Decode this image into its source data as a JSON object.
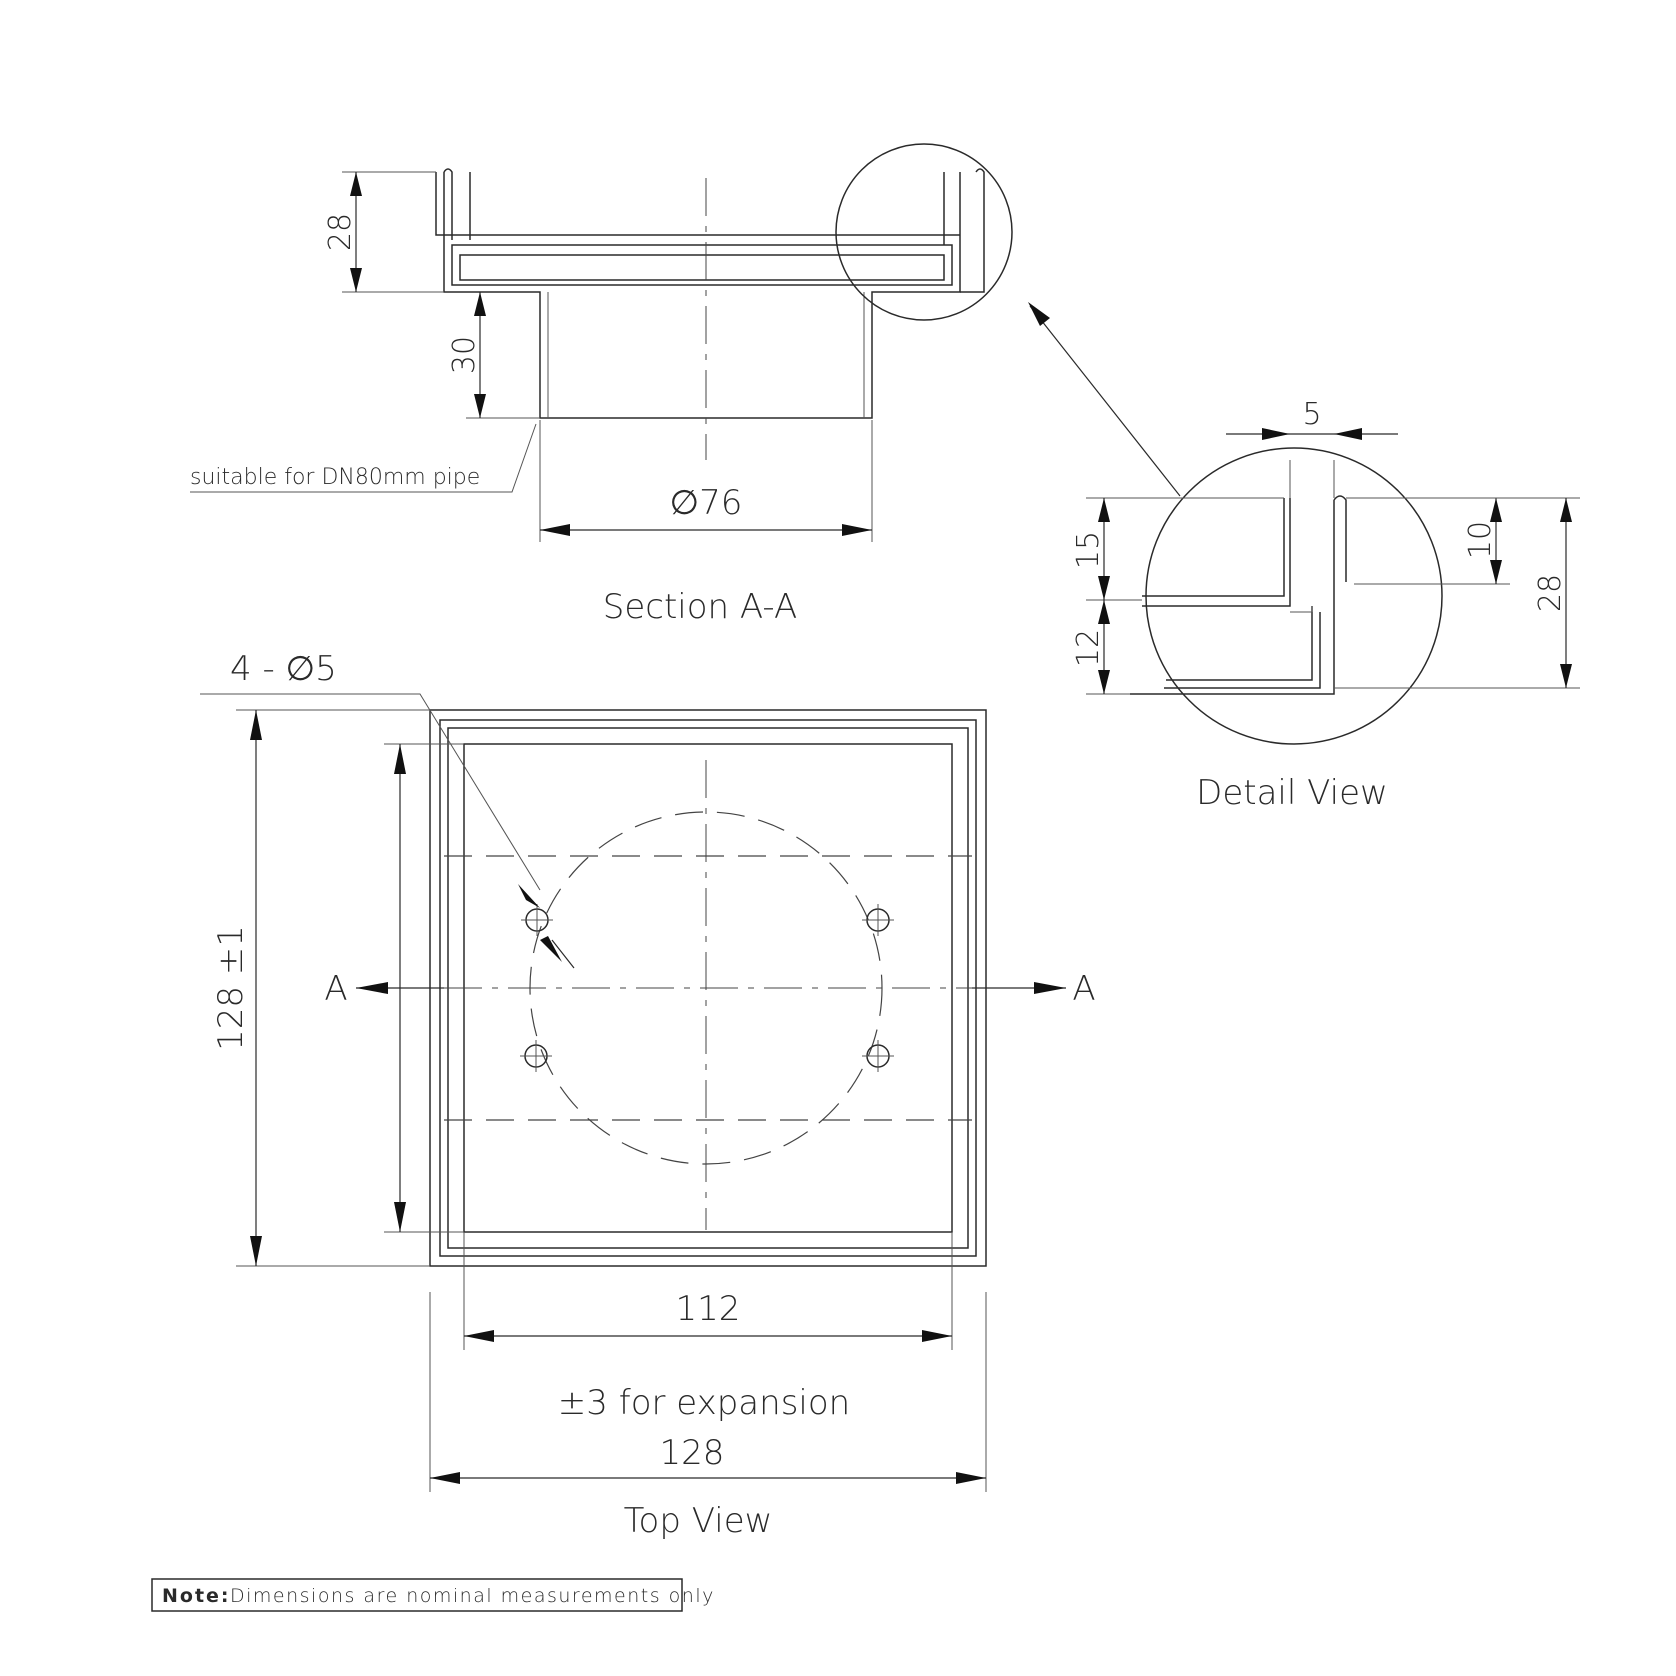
{
  "section_view": {
    "title": "Section A-A",
    "dim_top_height": "28",
    "dim_spigot_height": "30",
    "dim_diameter": "∅76",
    "pipe_note": "suitable for DN80mm pipe"
  },
  "detail_view": {
    "title": "Detail View",
    "dim_gap": "5",
    "dim_upper": "15",
    "dim_lower": "12",
    "dim_lip": "10",
    "dim_total": "28"
  },
  "top_view": {
    "title": "Top View",
    "dim_holes": "4 - ∅5",
    "dim_height": "128 ±1",
    "dim_inner_width": "112",
    "expansion_note": "±3 for expansion",
    "dim_outer_width": "128",
    "section_marker_left": "A",
    "section_marker_right": "A"
  },
  "note": {
    "label": "Note:",
    "text": "Dimensions are nominal measurements only"
  }
}
